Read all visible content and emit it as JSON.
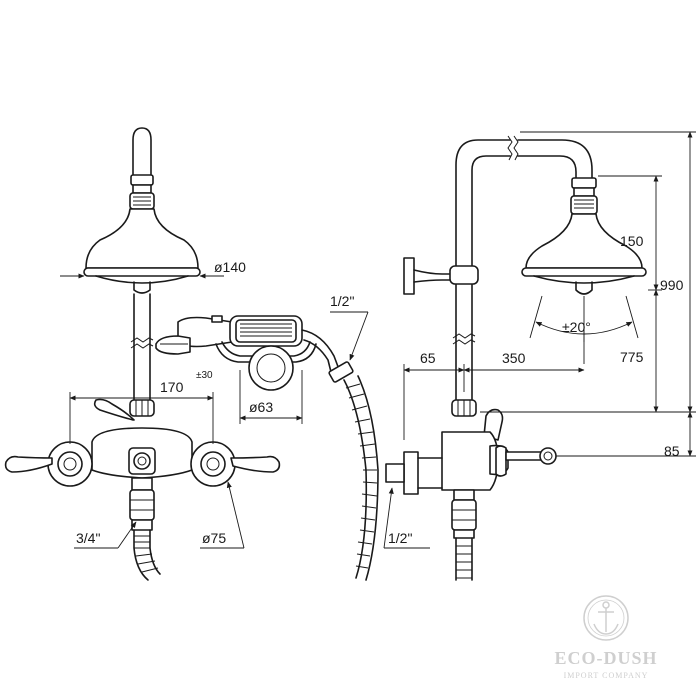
{
  "dimensions": {
    "head_diameter": "ø140",
    "handshower_diameter": "ø63",
    "wall_flange_diameter": "ø75",
    "centers": "170",
    "centers_tolerance": "±30",
    "inlet_thread": "3/4\"",
    "hose_thread_top": "1/2\"",
    "hose_thread_bottom": "1/2\"",
    "offset_65": "65",
    "arm_350": "350",
    "head_height_150": "150",
    "total_990": "990",
    "height_775": "775",
    "mixer_85": "85",
    "tilt_angle": "±20°"
  },
  "watermark": {
    "brand": "ECO-DUSH",
    "tagline": "IMPORT COMPANY",
    "icon": "anchor-icon"
  },
  "colors": {
    "line": "#1a1a1a",
    "watermark": "#cfcfcf"
  }
}
